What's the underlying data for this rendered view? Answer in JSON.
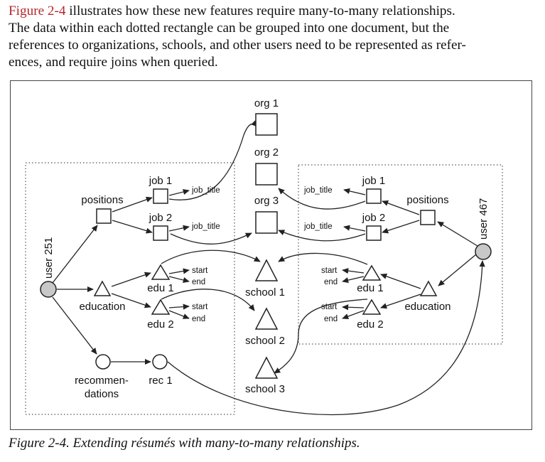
{
  "intro": {
    "ref": "Figure 2-4",
    "line1_rest": " illustrates how these new features require many-to-many relationships.",
    "line2": "The data within each dotted rectangle can be grouped into one document, but the",
    "line3": "references to organizations, schools, and other users need to be represented as refer-",
    "line4": "ences, and require joins when queried."
  },
  "diagram": {
    "user251": "user 251",
    "user467": "user 467",
    "org1": "org 1",
    "org2": "org 2",
    "org3": "org 3",
    "school1": "school 1",
    "school2": "school 2",
    "school3": "school 3",
    "left": {
      "positions": "positions",
      "job1": "job 1",
      "job2": "job 2",
      "job_title_1": "job_title",
      "job_title_2": "job_title",
      "education": "education",
      "edu1": "edu 1",
      "edu2": "edu 2",
      "start1": "start",
      "end1": "end",
      "start2": "start",
      "end2": "end",
      "recommen": "recommen-",
      "dations": "dations",
      "rec1": "rec 1"
    },
    "right": {
      "positions": "positions",
      "job1": "job 1",
      "job2": "job 2",
      "job_title_1": "job_title",
      "job_title_2": "job_title",
      "education": "education",
      "edu1": "edu 1",
      "edu2": "edu 2",
      "start1": "start",
      "end1": "end",
      "start2": "start",
      "end2": "end"
    }
  },
  "caption": "Figure 2-4. Extending résumés with many-to-many relationships."
}
